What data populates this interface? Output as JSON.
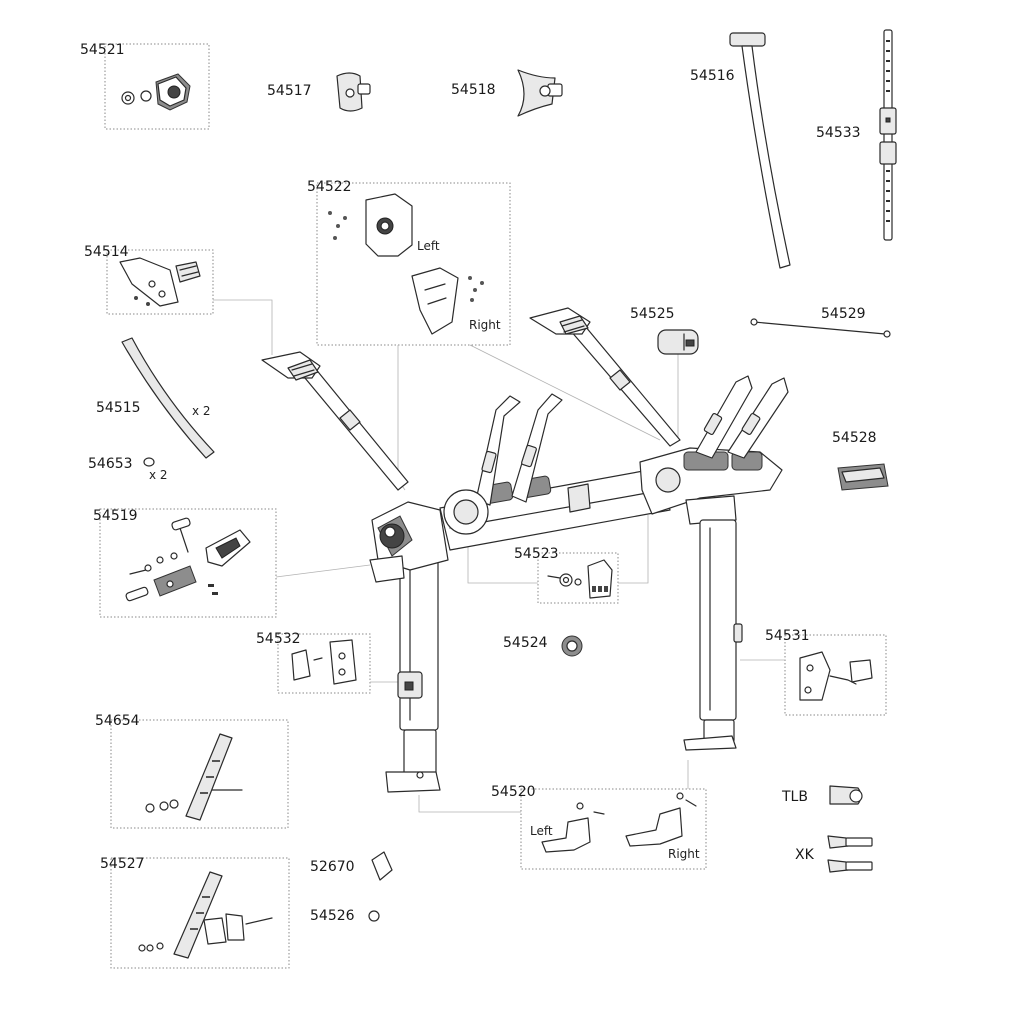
{
  "parts": {
    "p54521": "54521",
    "p54517": "54517",
    "p54518": "54518",
    "p54516": "54516",
    "p54533": "54533",
    "p54522": "54522",
    "p54522_left": "Left",
    "p54522_right": "Right",
    "p54514": "54514",
    "p54525": "54525",
    "p54529": "54529",
    "p54515": "54515",
    "p54515_qty": "x 2",
    "p54653": "54653",
    "p54653_qty": "x 2",
    "p54528": "54528",
    "p54519": "54519",
    "p54523": "54523",
    "p54524": "54524",
    "p54531": "54531",
    "p54532": "54532",
    "p54654": "54654",
    "p54520": "54520",
    "p54520_left": "Left",
    "p54520_right": "Right",
    "tlb": "TLB",
    "xk": "XK",
    "p54527": "54527",
    "p52670": "52670",
    "p54526": "54526"
  }
}
